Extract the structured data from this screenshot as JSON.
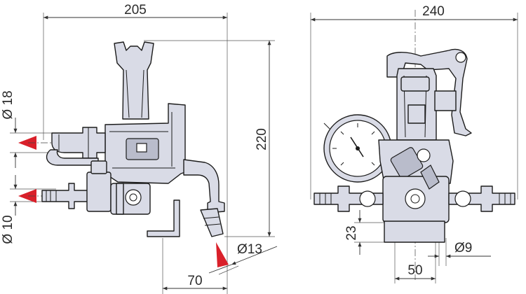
{
  "dimensions": {
    "left_width": "205",
    "left_height": "220",
    "left_bottom_offset": "70",
    "outlet_diameter": "Ø13",
    "upper_inlet_diameter": "Ø 18",
    "lower_inlet_diameter": "Ø 10",
    "right_width": "240",
    "right_base_height": "23",
    "right_base_width": "50",
    "right_port_diameter": "Ø9"
  },
  "colors": {
    "arrow": "#d9202a",
    "body": "#d9dbe6",
    "outline": "#1c1c1c"
  }
}
